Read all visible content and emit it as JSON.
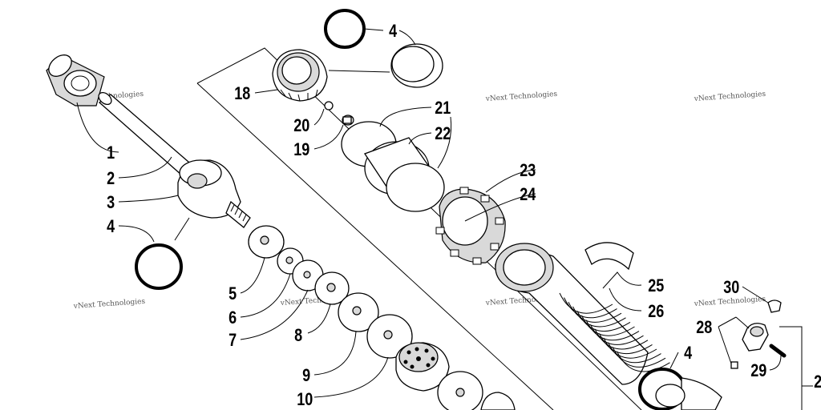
{
  "watermark": "vNext Technologies",
  "callouts": [
    {
      "id": "c1",
      "text": "1"
    },
    {
      "id": "c2",
      "text": "2"
    },
    {
      "id": "c3",
      "text": "3"
    },
    {
      "id": "c4a",
      "text": "4"
    },
    {
      "id": "c4b",
      "text": "4"
    },
    {
      "id": "c4c",
      "text": "4"
    },
    {
      "id": "c5",
      "text": "5"
    },
    {
      "id": "c6",
      "text": "6"
    },
    {
      "id": "c7",
      "text": "7"
    },
    {
      "id": "c8",
      "text": "8"
    },
    {
      "id": "c9",
      "text": "9"
    },
    {
      "id": "c10",
      "text": "10"
    },
    {
      "id": "c18",
      "text": "18"
    },
    {
      "id": "c19",
      "text": "19"
    },
    {
      "id": "c20",
      "text": "20"
    },
    {
      "id": "c21",
      "text": "21"
    },
    {
      "id": "c22",
      "text": "22"
    },
    {
      "id": "c23",
      "text": "23"
    },
    {
      "id": "c24",
      "text": "24"
    },
    {
      "id": "c25",
      "text": "25"
    },
    {
      "id": "c26",
      "text": "26"
    },
    {
      "id": "c28",
      "text": "28"
    },
    {
      "id": "c29",
      "text": "29"
    },
    {
      "id": "c30",
      "text": "30"
    },
    {
      "id": "c2x",
      "text": "2"
    }
  ]
}
